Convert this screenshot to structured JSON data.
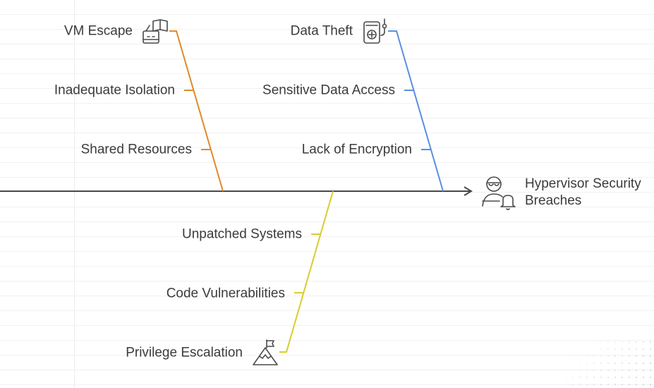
{
  "effect": {
    "label": "Hypervisor Security Breaches",
    "icon": "hacker-alert-icon"
  },
  "categories": [
    {
      "color": "#e08a2a",
      "causes": [
        "VM Escape",
        "Inadequate Isolation",
        "Shared Resources"
      ],
      "icon": "escape-robot-icon"
    },
    {
      "color": "#5b8fe0",
      "causes": [
        "Data Theft",
        "Sensitive Data Access",
        "Lack of Encryption"
      ],
      "icon": "data-theft-icon"
    },
    {
      "color": "#d8cc2e",
      "causes": [
        "Unpatched Systems",
        "Code Vulnerabilities",
        "Privilege Escalation"
      ],
      "icon": "mountain-flag-icon"
    }
  ]
}
